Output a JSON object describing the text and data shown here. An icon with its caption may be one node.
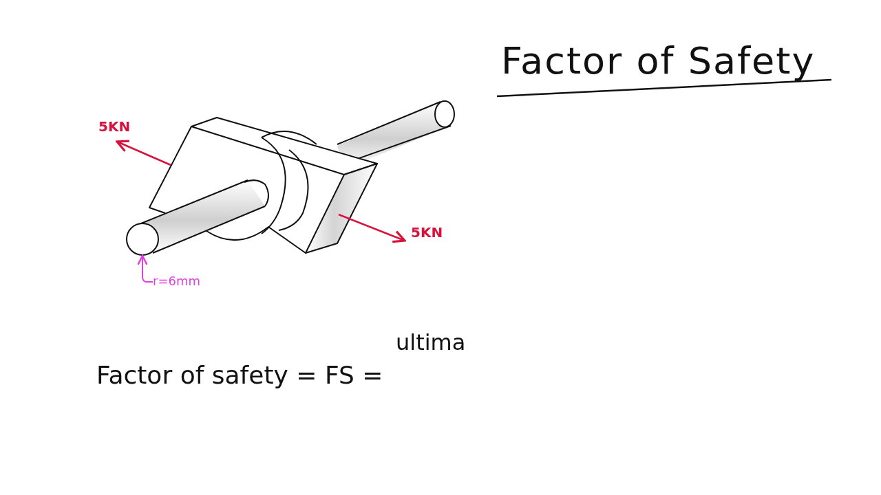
{
  "diagram": {
    "title": "Factor of Safety",
    "nodes": [
      {
        "text": [
          "r=6mm"
        ]
      },
      {
        "text": [],
        "shape": "circle"
      }
    ],
    "edges": [
      {
        "from": 0,
        "to": 1,
        "arrow": "to",
        "color": "#e040e0"
      }
    ],
    "labels": [
      "5KN",
      "5KN",
      "Factor of safety = FS =",
      "ultima"
    ]
  }
}
